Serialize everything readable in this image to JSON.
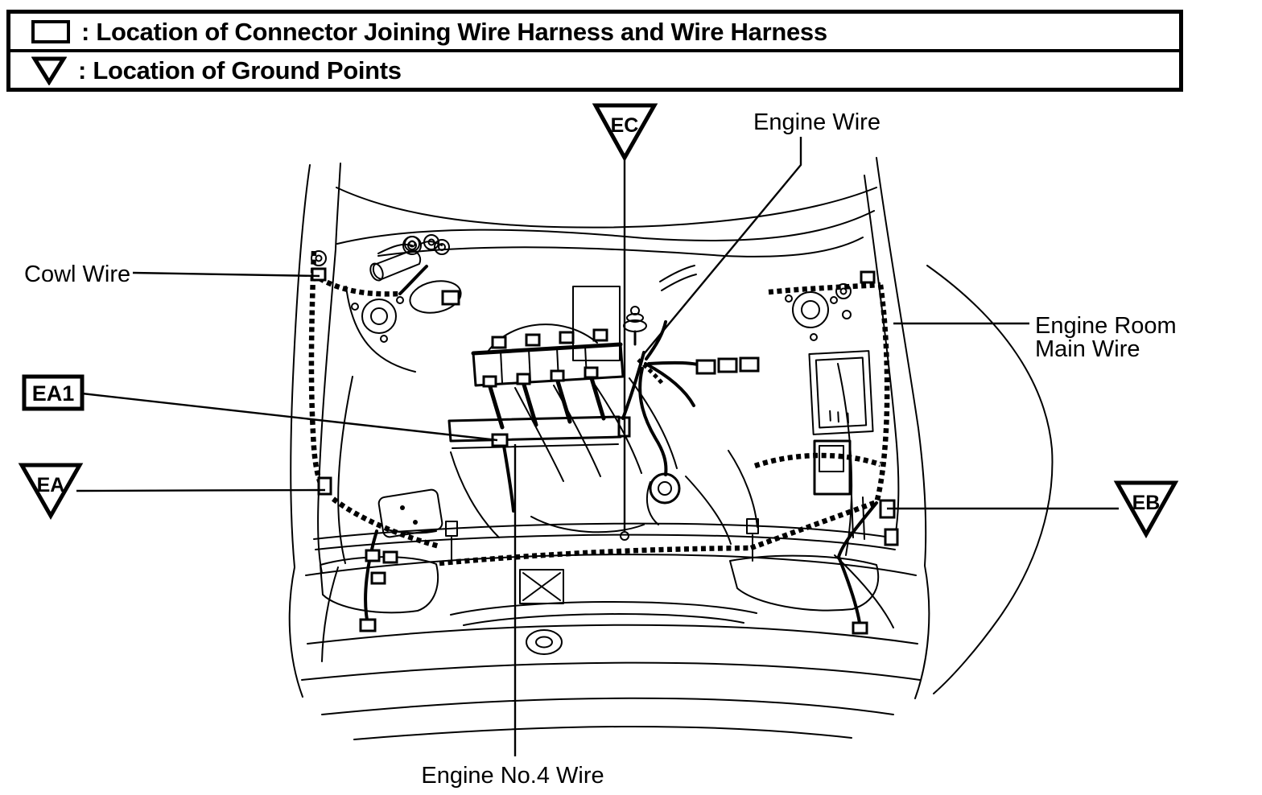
{
  "legend": {
    "rows": [
      {
        "symbol": "connector-rect",
        "text": ": Location of Connector Joining Wire Harness and Wire Harness"
      },
      {
        "symbol": "ground-triangle",
        "text": ": Location of Ground Points"
      }
    ]
  },
  "markers": {
    "ec": {
      "label": "EC",
      "type": "ground-point"
    },
    "ea1": {
      "label": "EA1",
      "type": "connector"
    },
    "ea": {
      "label": "EA",
      "type": "ground-point"
    },
    "eb": {
      "label": "EB",
      "type": "ground-point"
    }
  },
  "wire_labels": {
    "cowl": "Cowl Wire",
    "engine": "Engine Wire",
    "engine_room_line1": "Engine Room",
    "engine_room_line2": "Main Wire",
    "engine_no4": "Engine No.4 Wire"
  },
  "colors": {
    "ink": "#000000",
    "paper": "#ffffff"
  }
}
